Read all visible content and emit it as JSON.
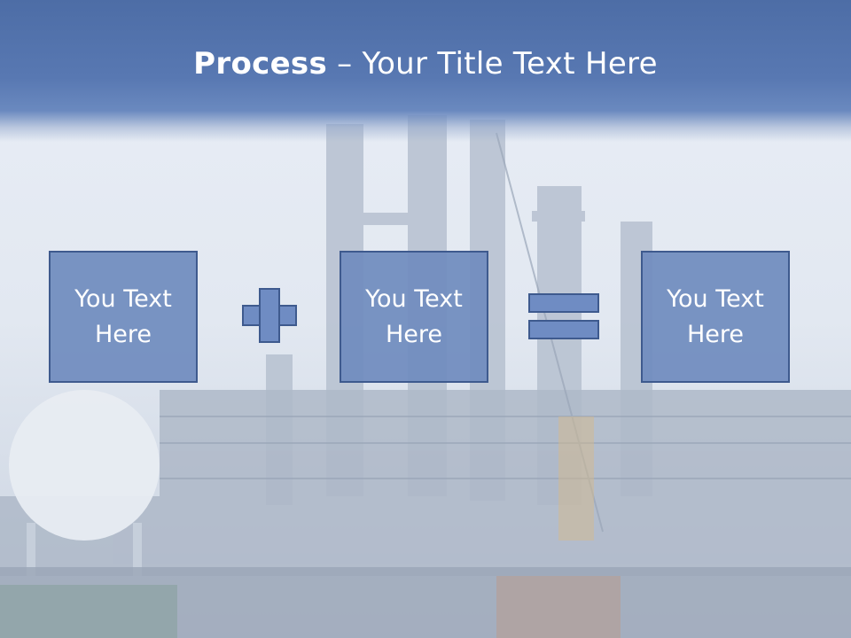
{
  "slide": {
    "title_bold": "Process",
    "title_rest": " – Your Title Text Here"
  },
  "boxes": [
    {
      "text": "You Text\nHere"
    },
    {
      "text": "You Text\nHere"
    },
    {
      "text": "You Text\nHere"
    }
  ],
  "operators": {
    "first": "plus-icon",
    "second": "equals-icon"
  },
  "colors": {
    "title_band": "#4d6da6",
    "box_fill": "#708cbe",
    "box_border": "#3e5a8e"
  }
}
